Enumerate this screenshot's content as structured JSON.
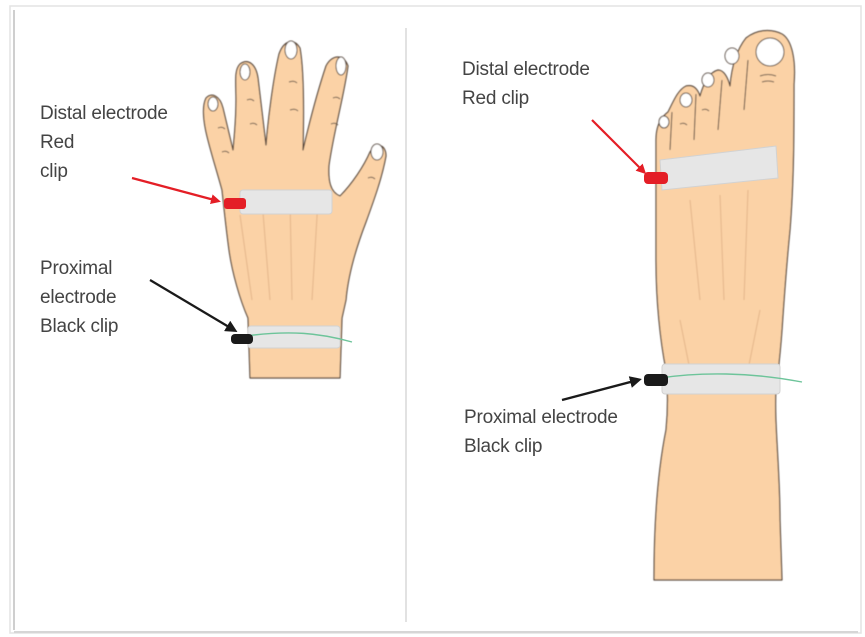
{
  "hand_panel": {
    "distal": {
      "line1": "Distal electrode",
      "line2": "Red",
      "line3": "clip"
    },
    "proximal": {
      "line1": "Proximal",
      "line2": "electrode",
      "line3": "Black clip"
    }
  },
  "foot_panel": {
    "distal": {
      "line1": "Distal electrode",
      "line2": "Red clip"
    },
    "proximal": {
      "line1": "Proximal electrode",
      "line2": "Black clip"
    }
  },
  "colors": {
    "skin": "#fbd2a6",
    "skin_outline": "#5a4a3e",
    "electrode_band": "#e6e6e6",
    "red_clip": "#e41e26",
    "black_clip": "#1a1a1a",
    "wire": "#6dc49a",
    "divider": "#d9d9d9"
  }
}
